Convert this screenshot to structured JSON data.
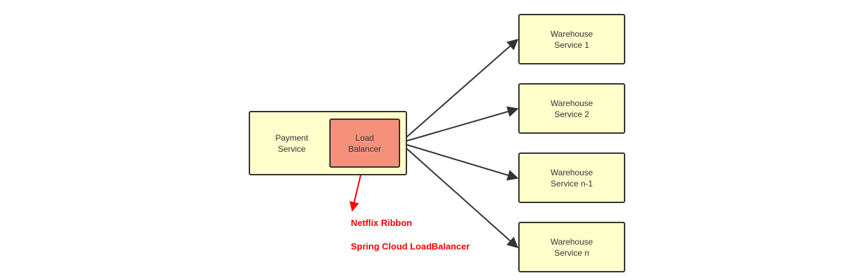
{
  "colors": {
    "box_fill": "#ffffcc",
    "box_border": "#333333",
    "load_balancer_fill": "#f5917b",
    "edge": "#333333",
    "annotation": "#ff0000"
  },
  "payment": {
    "label_line1": "Payment",
    "label_line2": "Service"
  },
  "load_balancer": {
    "label_line1": "Load",
    "label_line2": "Balancer"
  },
  "warehouses": [
    {
      "line1": "Warehouse",
      "line2": "Service 1"
    },
    {
      "line1": "Warehouse",
      "line2": "Service 2"
    },
    {
      "line1": "Warehouse",
      "line2": "Service n-1"
    },
    {
      "line1": "Warehouse",
      "line2": "Service n"
    }
  ],
  "annotations": {
    "line1": "Netflix Ribbon",
    "line2": "Spring Cloud LoadBalancer"
  }
}
